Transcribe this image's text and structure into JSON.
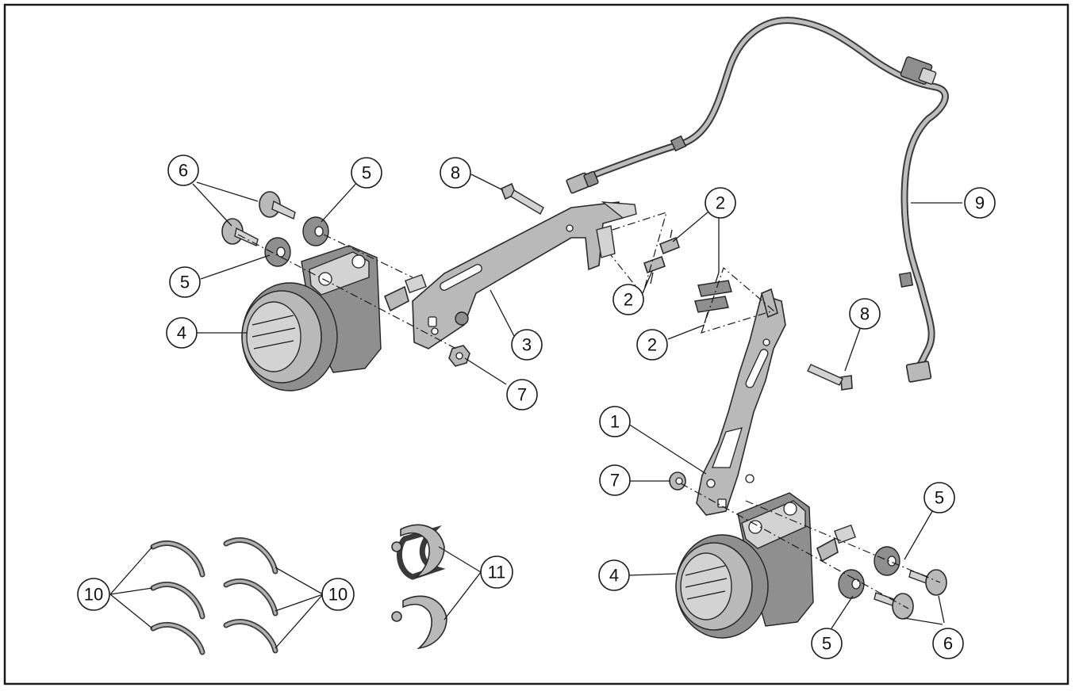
{
  "diagram": {
    "callouts": {
      "c1": "1",
      "c2a": "2",
      "c2b": "2",
      "c2c": "2",
      "c3": "3",
      "c4a": "4",
      "c4b": "4",
      "c5a": "5",
      "c5b": "5",
      "c5c": "5",
      "c5d": "5",
      "c6a": "6",
      "c6b": "6",
      "c7a": "7",
      "c7b": "7",
      "c8a": "8",
      "c8b": "8",
      "c9": "9",
      "c10a": "10",
      "c10b": "10",
      "c11": "11"
    }
  }
}
